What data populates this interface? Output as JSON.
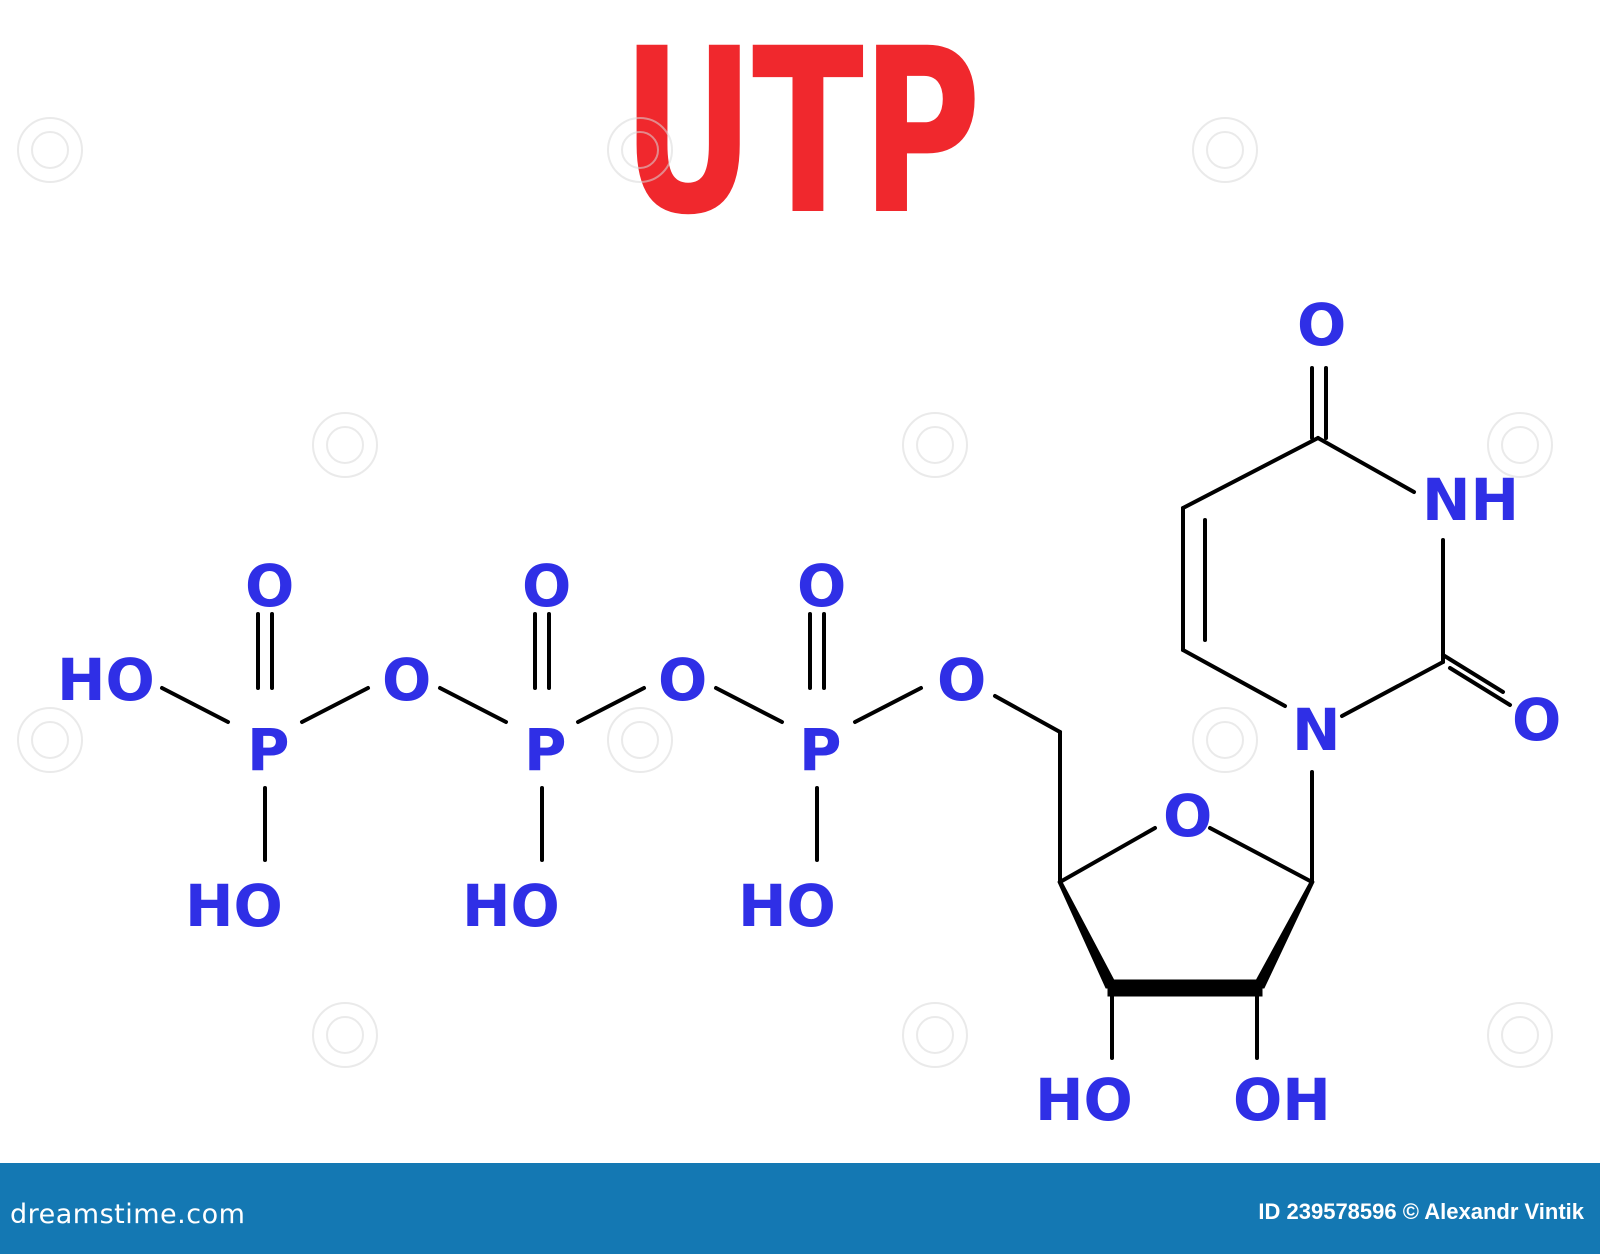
{
  "title": "UTP",
  "colors": {
    "title": "#f0282d",
    "atoms": "#2f2fe6",
    "bonds": "#000000",
    "footer": "#1478b3"
  },
  "atoms": {
    "p1_ho_left": "HO",
    "p1_o_top": "O",
    "p1_p": "P",
    "p1_ho_bottom": "HO",
    "bridge_o1": "O",
    "p2_o_top": "O",
    "p2_p": "P",
    "p2_ho_bottom": "HO",
    "bridge_o2": "O",
    "p3_o_top": "O",
    "p3_p": "P",
    "p3_ho_bottom": "HO",
    "ester_o": "O",
    "ring_o": "O",
    "sugar_ho": "HO",
    "sugar_oh": "OH",
    "base_n1": "N",
    "base_nh": "NH",
    "base_o_top": "O",
    "base_o_right": "O"
  },
  "footer": {
    "logo": "dreamstime.com",
    "credit": "ID 239578596 © Alexandr Vintik"
  }
}
